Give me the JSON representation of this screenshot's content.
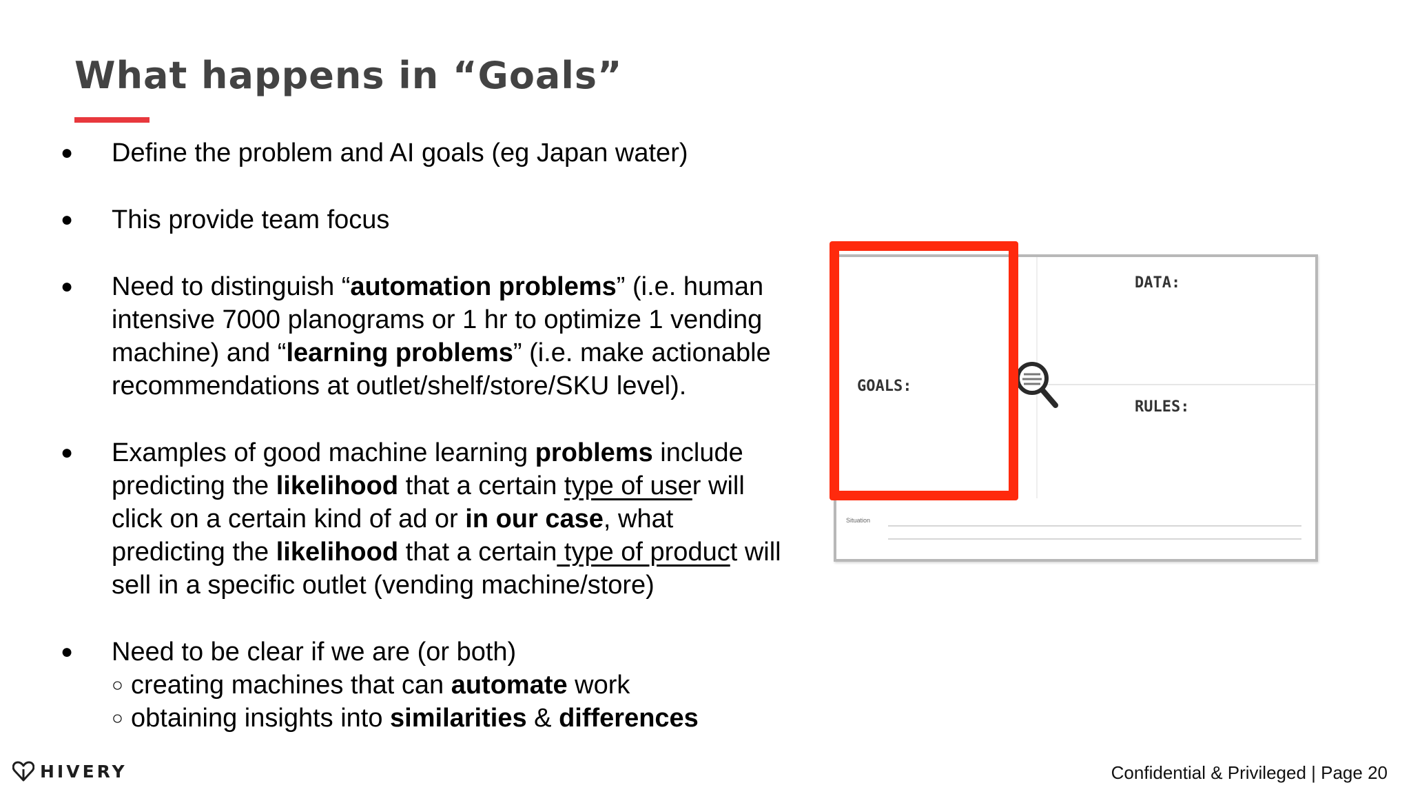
{
  "slide": {
    "title": "What happens in “Goals”"
  },
  "bullets": {
    "b1": "Define the problem and AI goals (eg Japan water)",
    "b2": "This provide team focus",
    "b3": {
      "t1": "Need to distinguish “",
      "t2": "automation problems",
      "t3": "” (i.e. human intensive 7000 planograms or 1 hr to optimize 1 vending machine) and “",
      "t4": "learning problems",
      "t5": "” (i.e. make actionable recommendations at outlet/shelf/store/SKU level)."
    },
    "b4": {
      "t1": "Examples of good machine learning ",
      "t2": "problems",
      "t3": " include predicting the ",
      "t4": "likelihood",
      "t5": " that a certain ",
      "t6": "type of use",
      "t7": "r will click on a certain kind of ad or ",
      "t8": "in our case",
      "t9": ", what predicting the ",
      "t10": "likelihood",
      "t11": " that a certain",
      "t12": " type of produc",
      "t13": "t will sell in a specific outlet (vending machine/store)"
    },
    "b5": {
      "t1": "Need to be clear if we are (or both)",
      "subs": [
        {
          "t1": "creating machines that can ",
          "t2": "automate",
          "t3": " work"
        },
        {
          "t1": "obtaining insights into ",
          "t2": "similarities",
          "t3": " & ",
          "t4": "differences"
        }
      ]
    },
    "bullet_glyph": "●",
    "sub_glyph": "○"
  },
  "canvas": {
    "data_label": "DATA:",
    "rules_label": "RULES:",
    "goals_label": "GOALS:",
    "situation_label": "Situation",
    "highlight_color": "#ff2a0d",
    "magnifier_icon": "magnifier-icon"
  },
  "footer": {
    "brand": "HIVERY",
    "brand_icon": "heart-outline-icon",
    "note": "Confidential & Privileged |  Page 20"
  },
  "colors": {
    "title": "#434343",
    "accent": "#e8383d"
  }
}
